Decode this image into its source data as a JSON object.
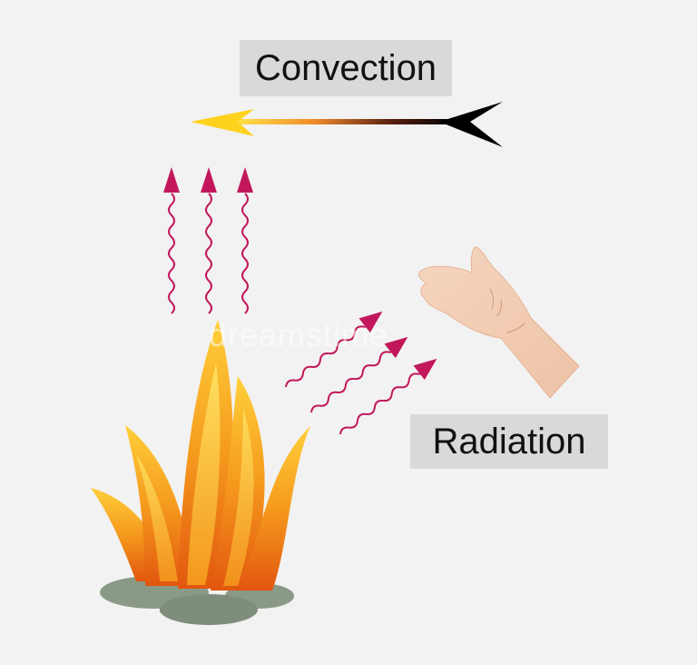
{
  "labels": {
    "convection": "Convection",
    "radiation": "Radiation"
  },
  "watermark": "dreamstime",
  "colors": {
    "background": "#f2f2f2",
    "label_box": "#d9d9d9",
    "wave": "#c2185b",
    "skin": "#f3cdb5",
    "flame_outer": "#ef7d14",
    "flame_inner": "#ffd84a",
    "stone": "#8a9a86"
  },
  "icons": [
    "flame-icon",
    "hand-icon",
    "convection-arrow-icon",
    "wave-arrow-icon",
    "stone-icon"
  ]
}
